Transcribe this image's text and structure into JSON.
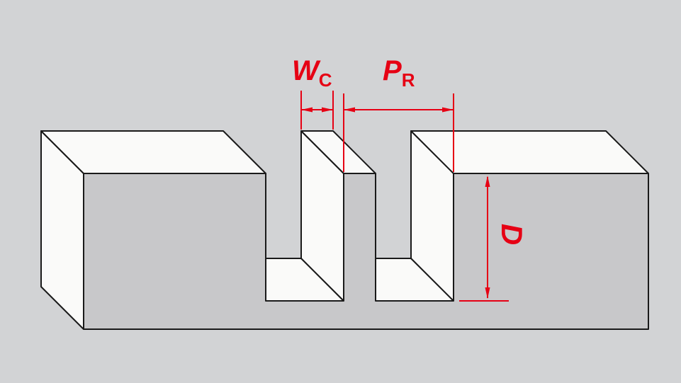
{
  "colors": {
    "background": "#d2d3d5",
    "front_face": "#c8c8ca",
    "light_face": "#fafaf9",
    "outline": "#1a1a1a",
    "dimension": "#e60014"
  },
  "labels": {
    "wc": {
      "symbol": "W",
      "subscript": "C"
    },
    "pr": {
      "symbol": "P",
      "subscript": "R"
    },
    "d": {
      "symbol": "D"
    }
  }
}
